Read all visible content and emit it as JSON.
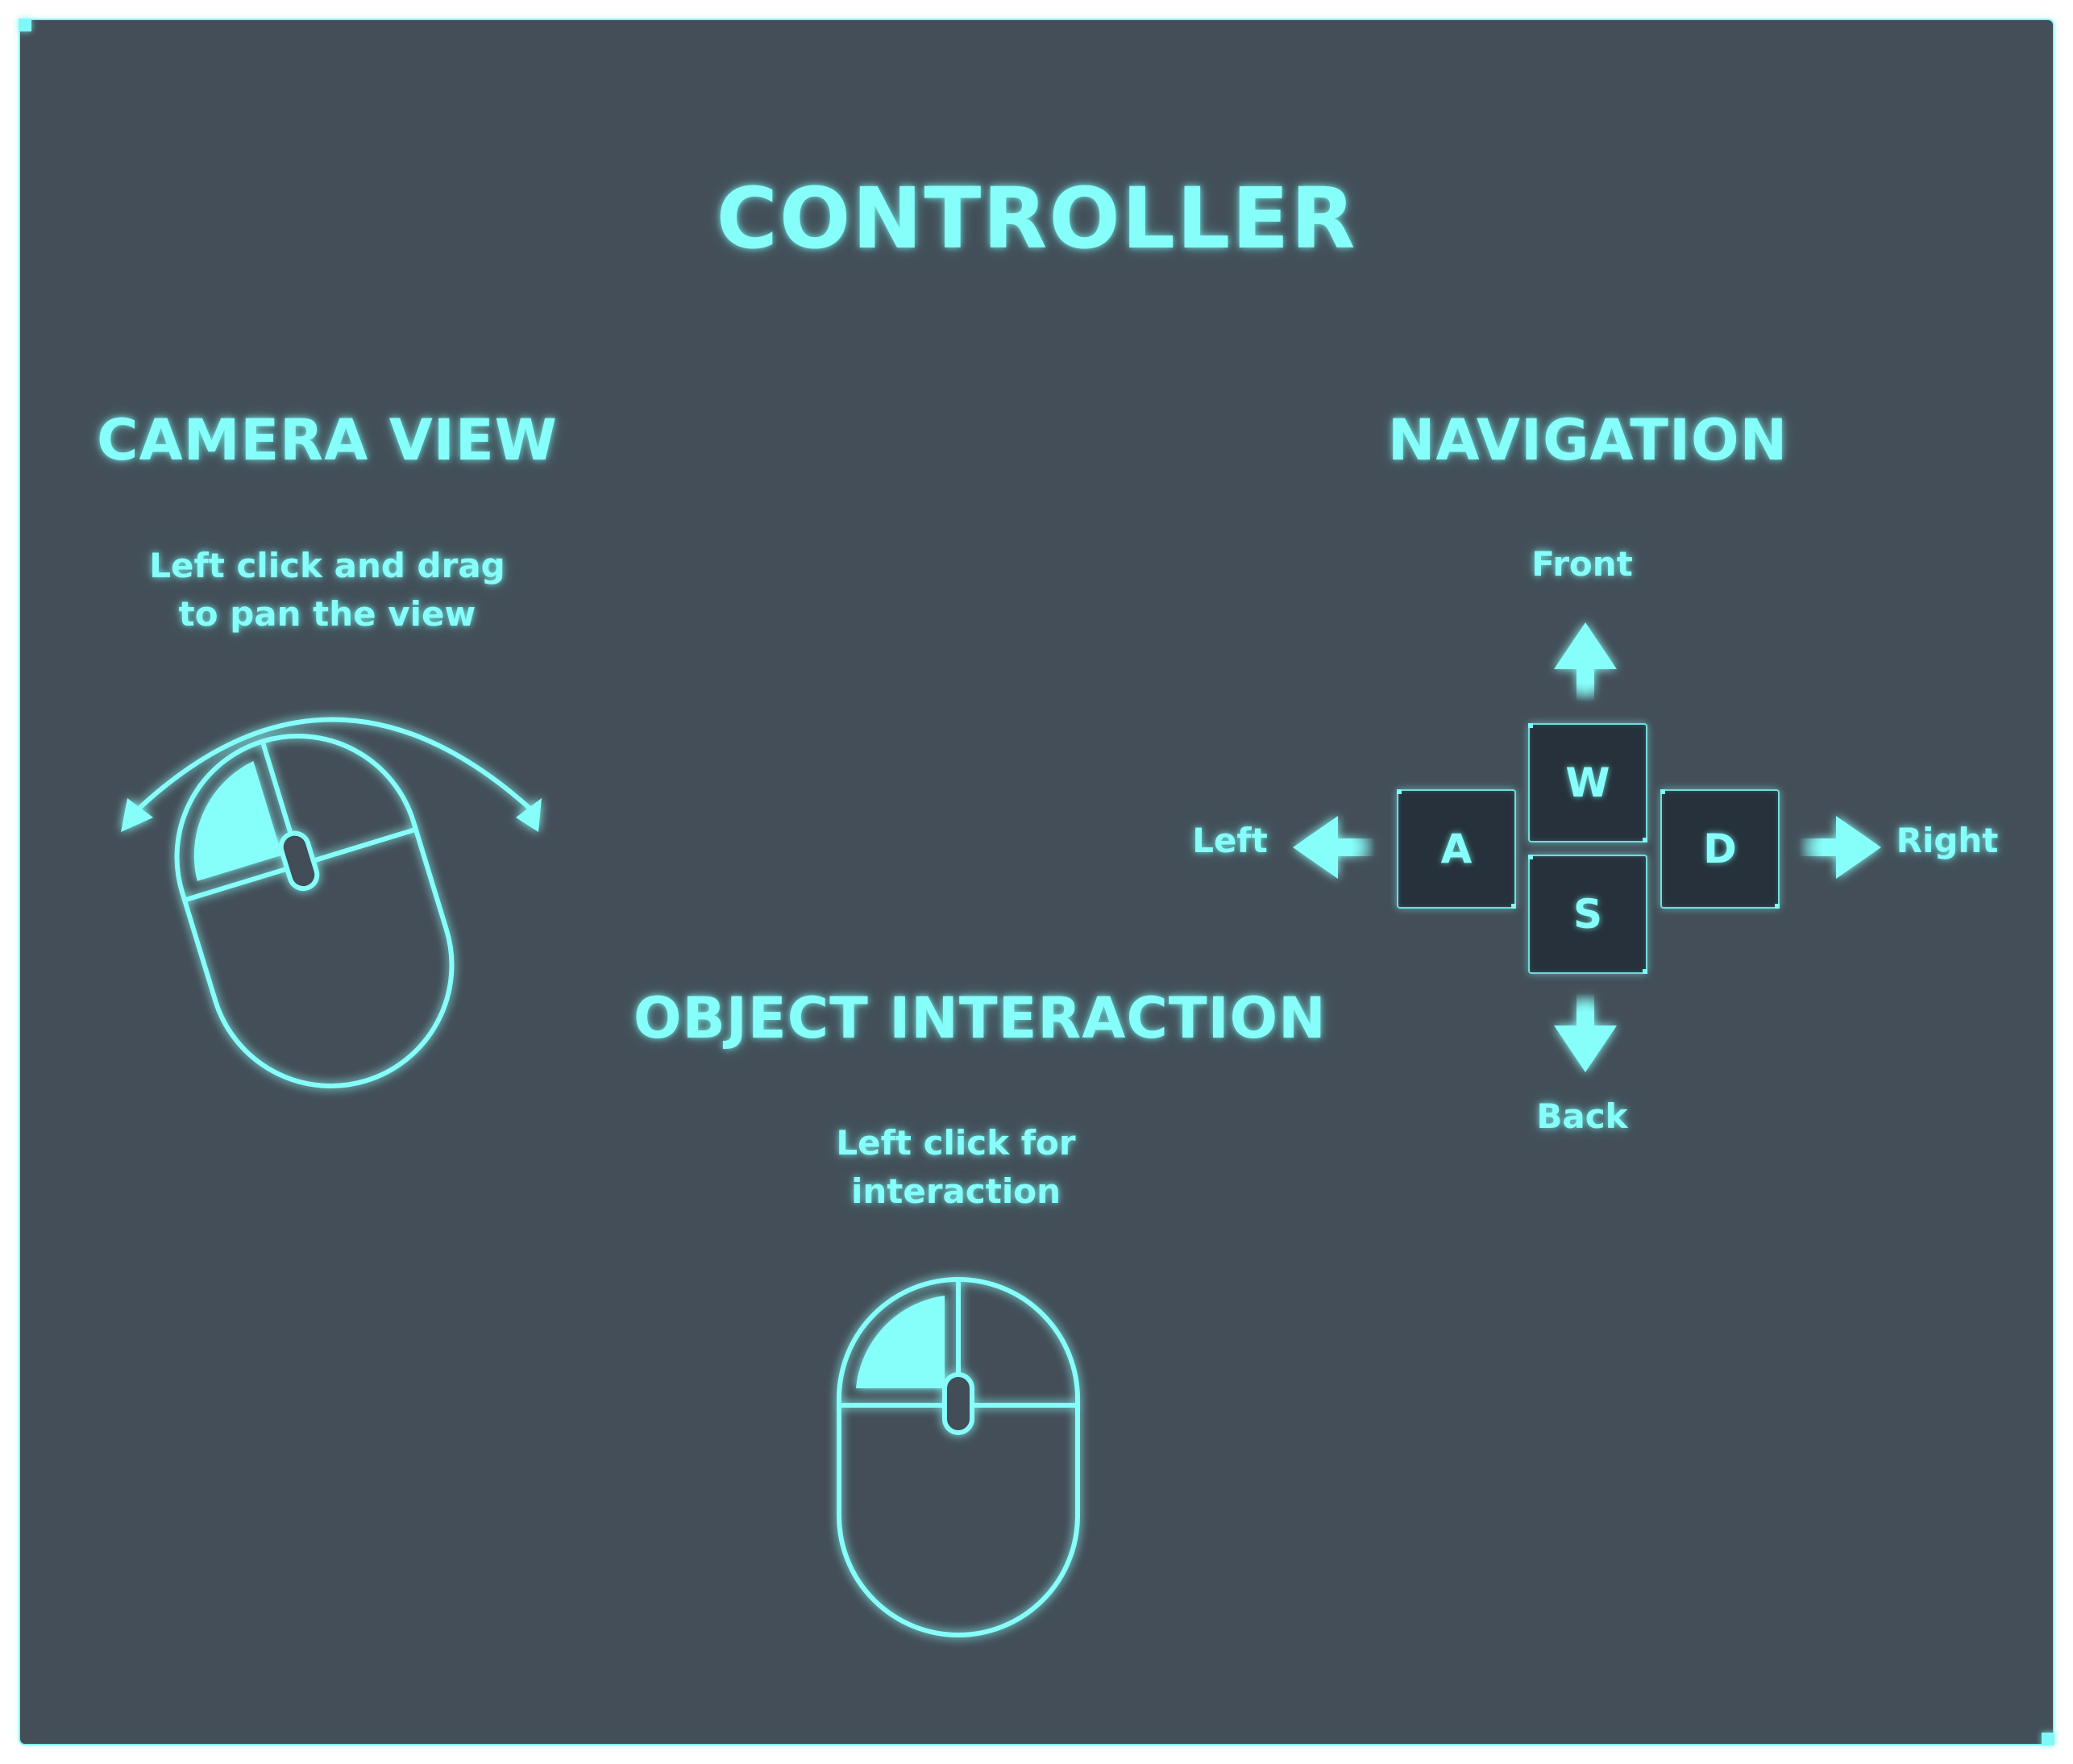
{
  "title": "CONTROLLER",
  "camera_view": {
    "heading": "CAMERA VIEW",
    "description": "Left click and drag to pan the view",
    "mouse_icon": "mouse-drag-icon"
  },
  "object_interaction": {
    "heading": "OBJECT INTERACTION",
    "description": "Left click for interaction",
    "mouse_icon": "mouse-left-click-icon"
  },
  "navigation": {
    "heading": "NAVIGATION",
    "keys": {
      "up": "W",
      "left": "A",
      "down": "S",
      "right": "D"
    },
    "directions": {
      "front": "Front",
      "back": "Back",
      "left": "Left",
      "right": "Right"
    }
  },
  "colors": {
    "accent": "#86fffa",
    "panel_background": "#434e58",
    "key_background": "#26313b"
  }
}
